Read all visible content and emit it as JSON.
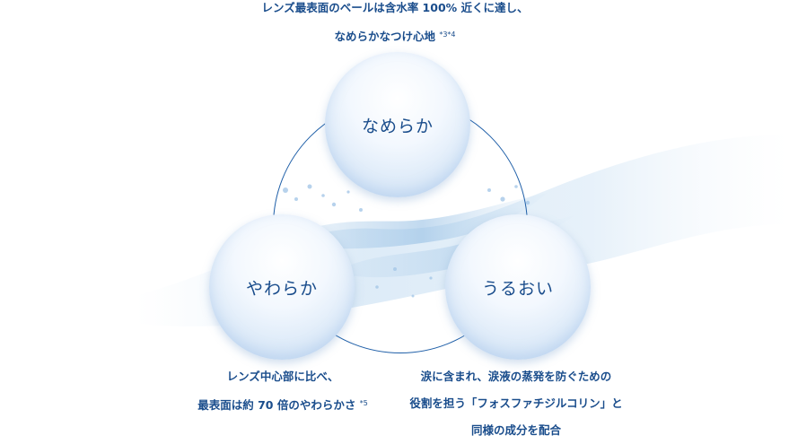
{
  "nodes": {
    "top": {
      "label": "なめらか"
    },
    "left": {
      "label": "やわらか"
    },
    "right": {
      "label": "うるおい"
    }
  },
  "captions": {
    "top": {
      "line1": "レンズ最表面のベールは含水率 100% 近くに達し、",
      "line2": "なめらかなつけ心地",
      "note": "*3*4"
    },
    "left": {
      "line1": "レンズ中心部に比べ、",
      "line2": "最表面は約 70 倍のやわらかさ",
      "note": "*5"
    },
    "right": {
      "line1": "涙に含まれ、涙液の蒸発を防ぐための",
      "line2": "役割を担う「フォスファチジルコリン」と",
      "line3": "同様の成分を配合"
    }
  },
  "colors": {
    "text": "#1a4d8c",
    "ring": "#1f5fa8",
    "water": "#b9d6ee"
  }
}
